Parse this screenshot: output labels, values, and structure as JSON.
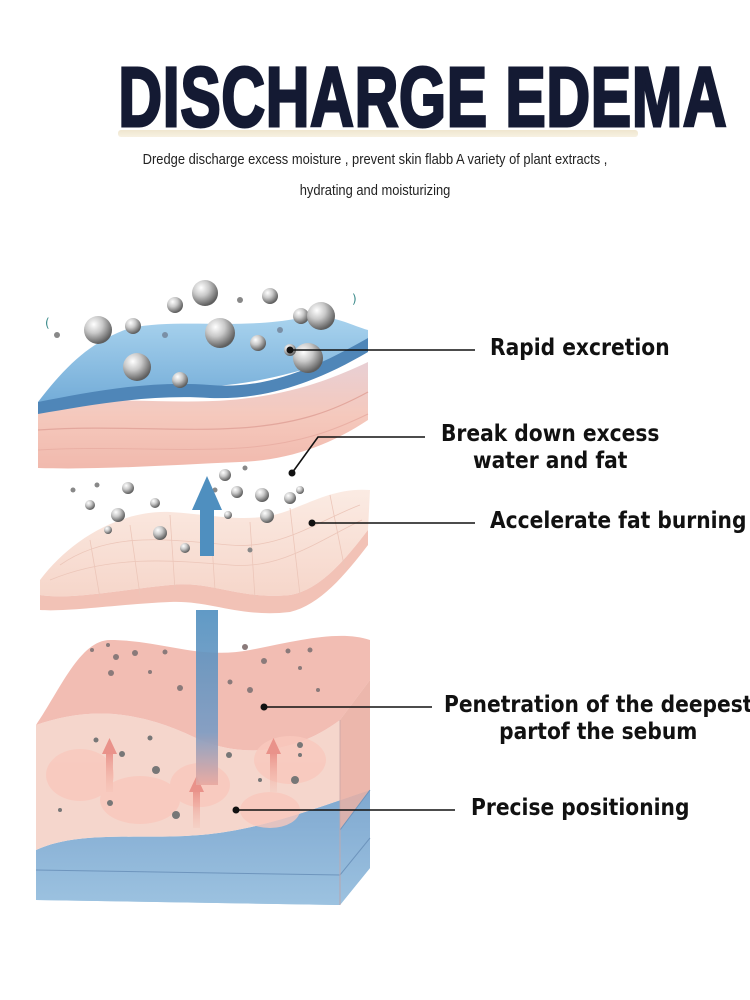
{
  "header": {
    "title": "DISCHARGE EDEMA",
    "subtitle_line1": "Dredge discharge excess moisture , prevent skin flabb A variety of plant extracts ,",
    "subtitle_line2": "hydrating and moisturizing"
  },
  "callouts": [
    {
      "id": "rapid-excretion",
      "lines": [
        "Rapid excretion"
      ]
    },
    {
      "id": "break-down",
      "lines": [
        "Break down excess",
        "water and fat"
      ]
    },
    {
      "id": "accelerate",
      "lines": [
        "Accelerate fat burning"
      ]
    },
    {
      "id": "penetration",
      "lines": [
        "Penetration of the deepest",
        "partof the sebum"
      ]
    },
    {
      "id": "precise",
      "lines": [
        "Precise positioning"
      ]
    }
  ],
  "colors": {
    "title": "#141a33",
    "water_layer": "#8ec3e2",
    "water_layer_dark": "#5a96c4",
    "skin_pink": "#f3c4bc",
    "skin_light": "#f9e2da",
    "arrow_blue": "#4f8fbf",
    "base_blue": "#8bb4d6",
    "leader_line": "#111111"
  }
}
